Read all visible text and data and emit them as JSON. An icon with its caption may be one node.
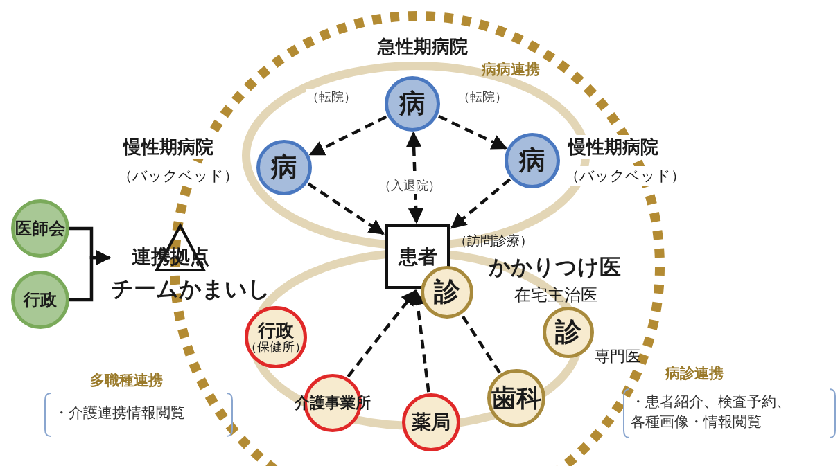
{
  "diagram": {
    "nodes": [
      {
        "text": [
          "病"
        ],
        "beside": [
          "急性期病院"
        ]
      },
      {
        "text": [
          "病"
        ],
        "beside": [
          "慢性期病院",
          "（バックベッド）"
        ]
      },
      {
        "text": [
          "病"
        ],
        "beside": [
          "慢性期病院",
          "（バックベッド）"
        ]
      },
      {
        "text": [
          "患者"
        ]
      },
      {
        "text": [
          "診"
        ],
        "beside": [
          "（訪問診療）",
          "かかりつけ医",
          "在宅主治医"
        ]
      },
      {
        "text": [
          "診"
        ],
        "beside": [
          "専門医"
        ]
      },
      {
        "text": [
          "歯科"
        ]
      },
      {
        "text": [
          "薬局"
        ]
      },
      {
        "text": [
          "介護事業所"
        ]
      },
      {
        "text": [
          "行政",
          "（保健所）"
        ]
      },
      {
        "text": [
          "医師会"
        ]
      },
      {
        "text": [
          "行政"
        ]
      },
      {
        "text": [
          "連携拠点",
          "チームかまいし"
        ]
      }
    ],
    "edges": [
      {
        "from": 0,
        "to": 1,
        "arrow": "to",
        "label": "（転院）",
        "style": "dashed"
      },
      {
        "from": 0,
        "to": 2,
        "arrow": "to",
        "label": "（転院）",
        "style": "dashed"
      },
      {
        "from": 0,
        "to": 3,
        "arrow": "both",
        "label": "（入退院）",
        "style": "dashed"
      },
      {
        "from": 1,
        "to": 3,
        "arrow": "to",
        "style": "dashed"
      },
      {
        "from": 2,
        "to": 3,
        "arrow": "to",
        "style": "dashed"
      },
      {
        "from": 8,
        "to": 3,
        "arrow": "to",
        "style": "dashed"
      },
      {
        "from": 7,
        "to": 3,
        "arrow": "to",
        "style": "dashed"
      },
      {
        "from": 6,
        "to": 4,
        "arrow": "none",
        "style": "dashed"
      },
      {
        "from": 10,
        "to": 12,
        "arrow": "to"
      },
      {
        "from": 11,
        "to": 12,
        "arrow": "to"
      }
    ],
    "labels": [
      "病病連携",
      "多職種連携",
      "・介護連携情報閲覧",
      "病診連携",
      "・患者紹介、検査予約、各種画像・情報閲覧"
    ]
  }
}
